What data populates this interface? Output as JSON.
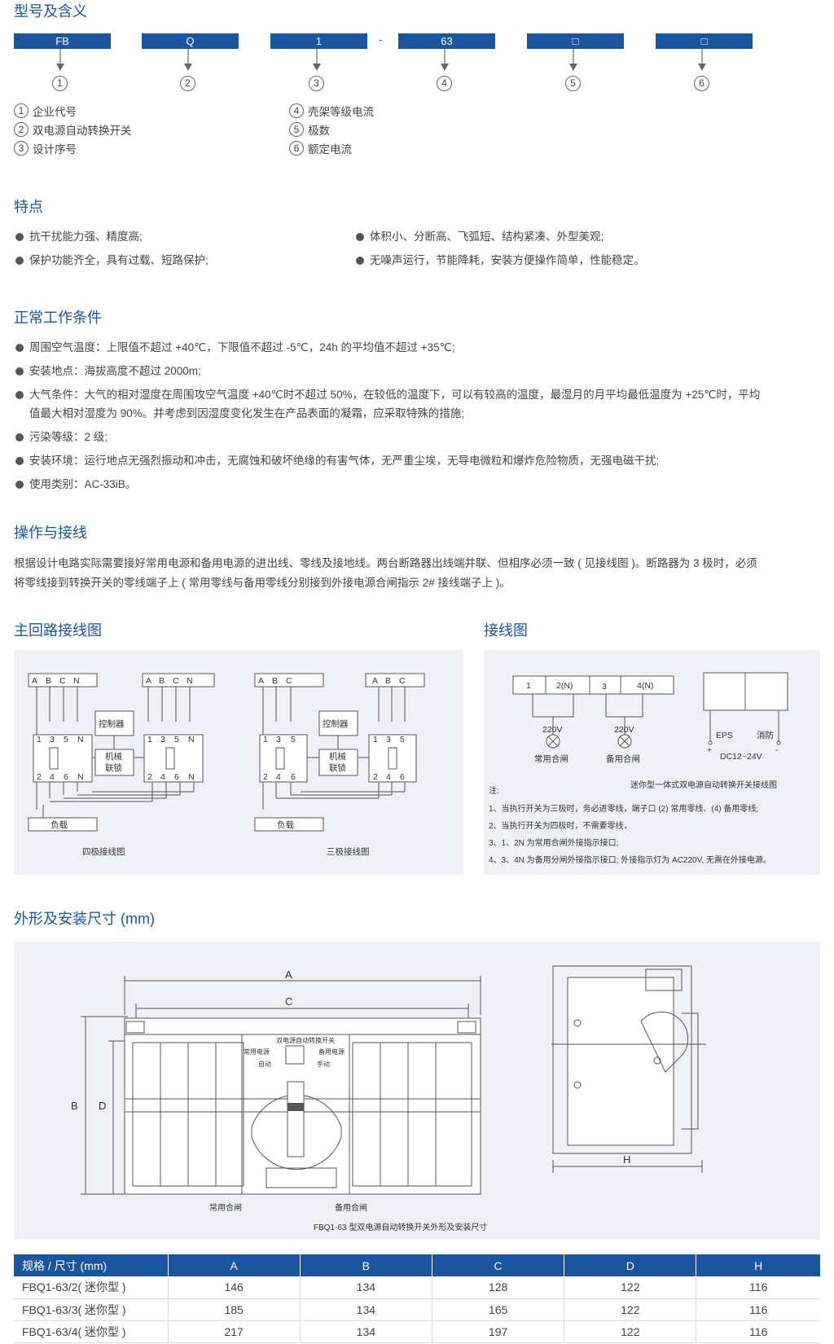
{
  "model": {
    "title": "型号及含义",
    "bars": [
      "FB",
      "Q",
      "1",
      "63",
      "□",
      "□"
    ],
    "dash": "-",
    "circles": [
      "1",
      "2",
      "3",
      "4",
      "5",
      "6"
    ],
    "legend": [
      {
        "n": "1",
        "t": "企业代号"
      },
      {
        "n": "2",
        "t": "双电源自动转换开关"
      },
      {
        "n": "3",
        "t": "设计序号"
      },
      {
        "n": "4",
        "t": "壳架等级电流"
      },
      {
        "n": "5",
        "t": "极数"
      },
      {
        "n": "6",
        "t": "额定电流"
      }
    ]
  },
  "features": {
    "title": "特点",
    "items": [
      "抗干扰能力强、精度高;",
      "体积小、分断高、飞弧短、结构紧凑、外型美观;",
      "保护功能齐全，具有过载、短路保护;",
      "无噪声运行，节能降耗，安装方便操作简单，性能稳定。"
    ]
  },
  "conditions": {
    "title": "正常工作条件",
    "items": [
      "周围空气温度：上限值不超过 +40℃，下限值不超过 -5℃，24h 的平均值不超过 +35℃;",
      "安装地点：海拔高度不超过 2000m;",
      "大气条件：大气的相对湿度在周围攻空气温度 +40℃时不超过 50%，在较低的温度下，可以有较高的温度，最湿月的月平均最低温度为 +25℃时，平均",
      "值最大相对湿度为 90%。并考虑到因湿度变化发生在产品表面的凝霜，应采取特殊的措施;",
      "污染等级：2 级;",
      "安装环境：运行地点无强烈振动和冲击，无腐蚀和破坏绝缘的有害气体，无严重尘埃，无导电微粒和爆炸危险物质，无强电磁干扰;",
      "使用类别：AC-33iB。"
    ]
  },
  "operation": {
    "title": "操作与接线",
    "lines": [
      "根据设计电路实际需要接好常用电源和备用电源的进出线、零线及接地线。两台断路器出线端并联、但相序必须一致 ( 见接线图 )。断路器为 3 极时，必须",
      "将零线接到转换开关的零线端子上 ( 常用零线与备用零线分别接到外接电源合闸指示 2# 接线端子上 )。"
    ]
  },
  "main_circuit": {
    "title": "主回路接线图",
    "four_pole_caption": "四极接线图",
    "three_pole_caption": "三极接线图",
    "phases4": [
      "A",
      "B",
      "C",
      "N"
    ],
    "phases3": [
      "A",
      "B",
      "C"
    ],
    "controller": "控制器",
    "interlock1": "机械",
    "interlock2": "联锁",
    "load": "负载",
    "top_terms4": [
      "1",
      "3",
      "5",
      "N"
    ],
    "bot_terms4": [
      "2",
      "4",
      "6",
      "N"
    ],
    "top_terms3": [
      "1",
      "3",
      "5"
    ],
    "bot_terms3": [
      "2",
      "4",
      "6"
    ]
  },
  "wiring": {
    "title": "接线图",
    "terms": [
      "1",
      "2(N)",
      "3",
      "4(N)"
    ],
    "v1": "220V",
    "v2": "220V",
    "lamp1": "常用合闸",
    "lamp2": "备用合闸",
    "eps": "EPS",
    "fire": "消防",
    "plus": "+",
    "minus": "-",
    "dc": "DC12~24V",
    "caption": "迷你型一体式双电源自动转换开关接线图",
    "note_title": "注:",
    "notes": [
      "1、当执行开关为三极时，务必进零线，端子口 (2) 常用零线、(4) 备用零线;",
      "2、当执行开关为四极时，不需要零线，",
      "3、1、2N 为常用合闸外接指示接口;",
      "4、3、4N 为备用分闸外接指示接口; 外接指示灯为 AC220V, 无需在外接电源。"
    ]
  },
  "dimensions": {
    "title": "外形及安装尺寸 (mm)",
    "labels": {
      "A": "A",
      "B": "B",
      "C": "C",
      "D": "D",
      "H": "H"
    },
    "panel_title": "双电源自动转换开关",
    "sub1": "常用电源",
    "sub2": "备用电源",
    "auto": "自动",
    "manual": "手动",
    "cap_common": "常用合闸",
    "cap_backup": "备用合闸",
    "caption": "FBQ1-63 型双电源自动转换开关外形及安装尺寸"
  },
  "spec_table": {
    "headers": [
      "规格 / 尺寸 (mm)",
      "A",
      "B",
      "C",
      "D",
      "H"
    ],
    "rows": [
      [
        "FBQ1-63/2( 迷你型 )",
        "146",
        "134",
        "128",
        "122",
        "116"
      ],
      [
        "FBQ1-63/3( 迷你型 )",
        "185",
        "134",
        "165",
        "122",
        "116"
      ],
      [
        "FBQ1-63/4( 迷你型 )",
        "217",
        "134",
        "197",
        "122",
        "116"
      ]
    ]
  },
  "colors": {
    "accent": "#1a55a0",
    "panel": "#eef0f5"
  }
}
